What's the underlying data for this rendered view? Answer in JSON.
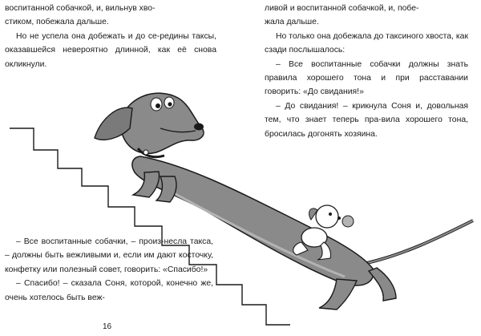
{
  "colors": {
    "ink": "#1a1a1a",
    "dog_fill": "#8a8a8a",
    "dog_belly": "#b3b3b3",
    "stairs": "#1a1a1a"
  },
  "top_left": {
    "line1": "воспитанной собачкой, и, вильнув хво-",
    "line2": "стиком, побежала дальше.",
    "para2": "Но не успела она добежать и до се-редины таксы, оказавшейся невероятно длинной, как её снова окликнули."
  },
  "top_right": {
    "line1": "ливой и воспитанной собачкой, и, побе-",
    "line2": "жала дальше.",
    "para2": "Но только она добежала до таксиного хвоста, как сзади послышалось:",
    "para3": "– Все воспитанные собачки должны знать правила хорошего тона и при расставании говорить: «До свидания!»",
    "para4": "– До свидания! – крикнула Соня и, довольная тем, что знает теперь пра-вила хорошего тона, бросилась догонять хозяина."
  },
  "bottom_left": {
    "para1": "– Все воспитанные собачки, – произ-несла такса, – должны быть вежливыми и, если им дают косточку, конфетку или полезный совет, говорить: «Спасибо!»",
    "para2": "– Спасибо! – сказала Соня, которой, конечно же, очень хотелось быть веж-"
  },
  "illustration": {
    "subject": "long dachshund on staircase with small puppy"
  },
  "page_number": "16"
}
